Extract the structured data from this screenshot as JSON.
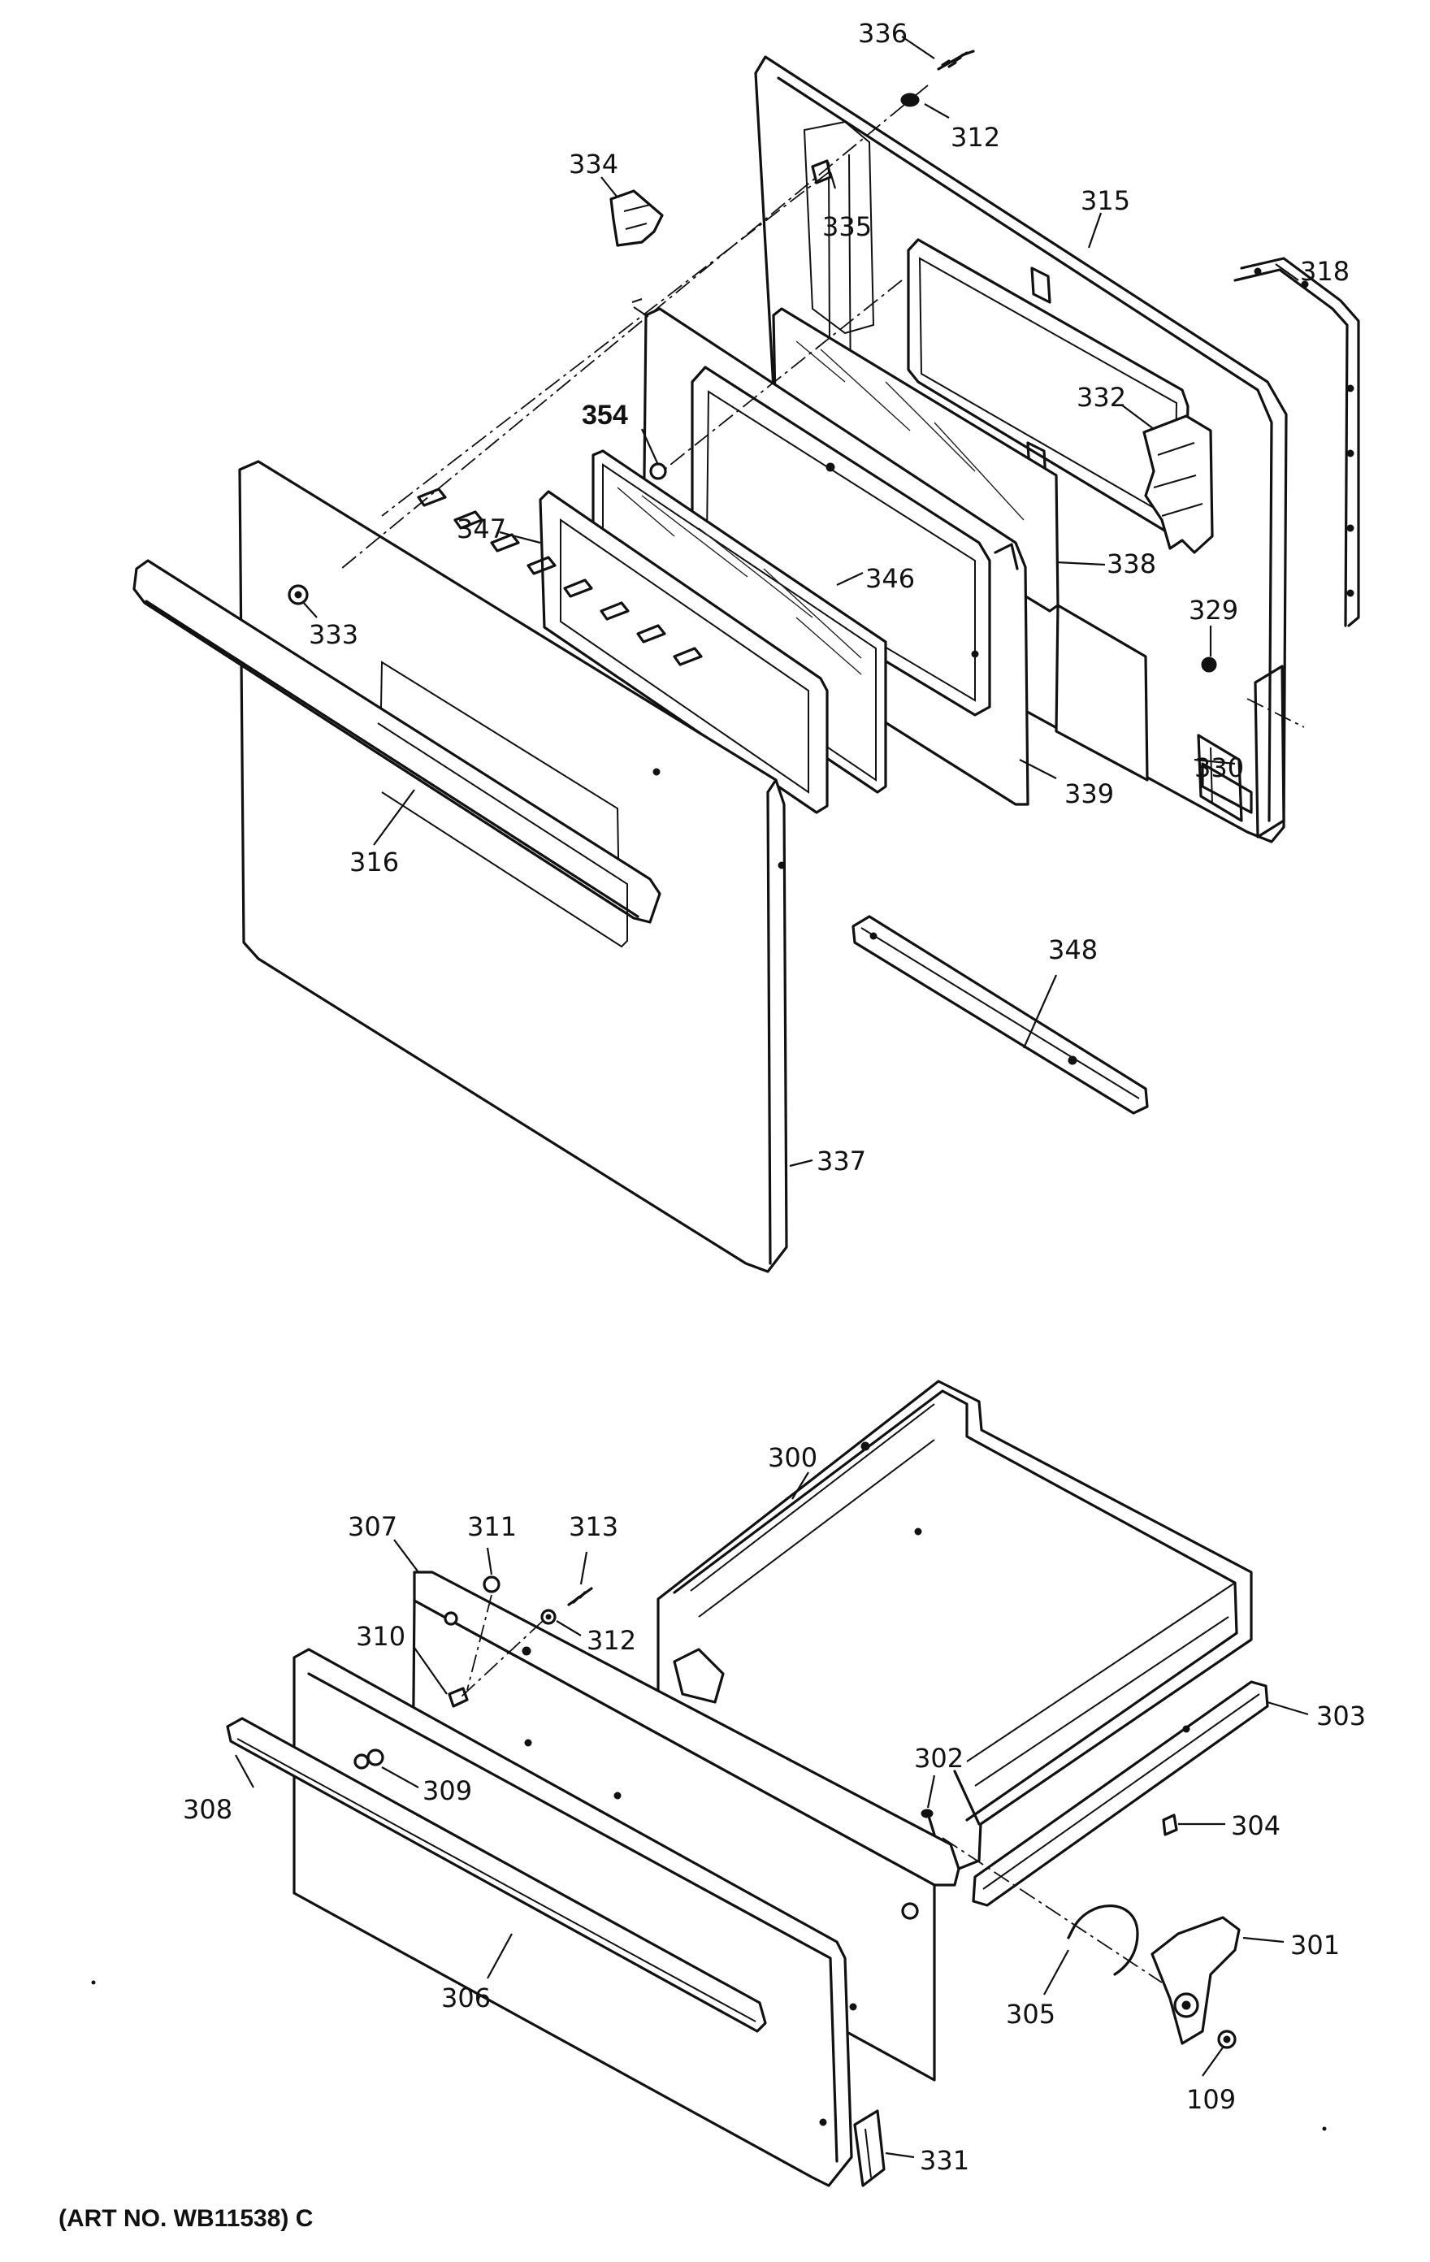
{
  "labels": {
    "p336": "336",
    "p312a": "312",
    "p334": "334",
    "p335": "335",
    "p315": "315",
    "p318": "318",
    "p354": "354",
    "p332": "332",
    "p347": "347",
    "p346": "346",
    "p338": "338",
    "p333": "333",
    "p329": "329",
    "p330": "330",
    "p339": "339",
    "p316": "316",
    "p348": "348",
    "p337": "337",
    "p300": "300",
    "p307": "307",
    "p311": "311",
    "p313": "313",
    "p312b": "312",
    "p310": "310",
    "p303": "303",
    "p302": "302",
    "p304": "304",
    "p308": "308",
    "p309": "309",
    "p301": "301",
    "p305": "305",
    "p306": "306",
    "p109": "109",
    "p331": "331"
  },
  "art_number": "(ART NO. WB11538) C"
}
